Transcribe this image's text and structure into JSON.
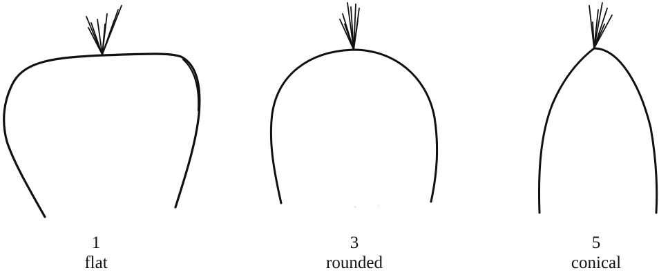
{
  "figure": {
    "shapes": [
      {
        "number": "1",
        "name": "flat"
      },
      {
        "number": "3",
        "name": "rounded"
      },
      {
        "number": "5",
        "name": "conical"
      }
    ]
  },
  "colors": {
    "stroke": "#111111",
    "background": "#ffffff"
  }
}
